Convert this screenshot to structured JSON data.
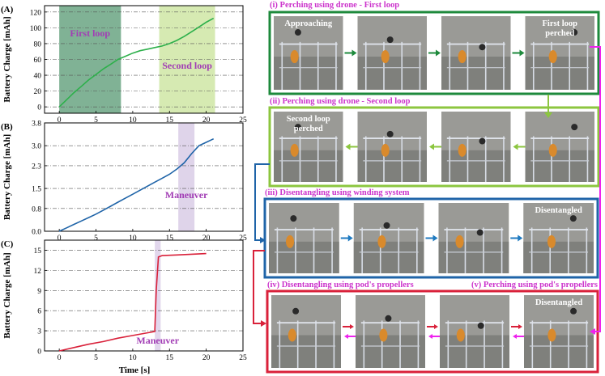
{
  "figure": {
    "shared_xlabel": "Time [s]",
    "panel_letters": [
      "(A)",
      "(B)",
      "(C)"
    ]
  },
  "chart_data": [
    {
      "type": "line",
      "panel": "(A)",
      "xlabel": "",
      "ylabel": "Battery Charge [mAh]",
      "xlim": [
        -2,
        25
      ],
      "ylim": [
        -8,
        128
      ],
      "xticks": [
        0,
        5,
        10,
        15,
        20,
        25
      ],
      "yticks": [
        0,
        20,
        40,
        60,
        80,
        100,
        120
      ],
      "grid": true,
      "color": "#2db04b",
      "series": [
        {
          "name": "",
          "x": [
            0,
            1,
            2,
            3,
            4,
            5,
            6,
            7,
            8,
            8.5,
            9,
            10,
            11,
            12,
            13,
            14,
            15,
            16,
            17,
            18,
            19,
            20,
            21
          ],
          "y": [
            0,
            9,
            18,
            26,
            34,
            41,
            48,
            54,
            60,
            62,
            64,
            68,
            71,
            73,
            75,
            77,
            80,
            84,
            89,
            95,
            101,
            107,
            112
          ]
        }
      ],
      "regions": [
        {
          "label": "First loop",
          "x0": 0,
          "x1": 8.4,
          "color": "#6aa583"
        },
        {
          "label": "Second loop",
          "x0": 13.6,
          "x1": 21.2,
          "color": "#cfe6a4"
        }
      ]
    },
    {
      "type": "line",
      "panel": "(B)",
      "xlabel": "",
      "ylabel": "Battery Charge [mAh]",
      "xlim": [
        -2,
        25
      ],
      "ylim": [
        0,
        3.8
      ],
      "xticks": [
        0,
        5,
        10,
        15,
        20,
        25
      ],
      "yticks": [
        0.0,
        0.8,
        1.5,
        2.3,
        3.0,
        3.8
      ],
      "grid": true,
      "color": "#1f64a8",
      "series": [
        {
          "name": "",
          "x": [
            0,
            1,
            2,
            3,
            4,
            5,
            6,
            7,
            8,
            9,
            10,
            11,
            12,
            13,
            14,
            15,
            16,
            17,
            18,
            19,
            20,
            21
          ],
          "y": [
            0,
            0.12,
            0.24,
            0.36,
            0.48,
            0.6,
            0.74,
            0.88,
            1.02,
            1.16,
            1.3,
            1.44,
            1.58,
            1.72,
            1.86,
            2.0,
            2.18,
            2.4,
            2.72,
            3.0,
            3.12,
            3.24
          ]
        }
      ],
      "regions": [
        {
          "label": "Maneuver",
          "x0": 16.2,
          "x1": 18.4,
          "color": "#d9cde6"
        }
      ]
    },
    {
      "type": "line",
      "panel": "(C)",
      "xlabel": "Time [s]",
      "ylabel": "Battery Charge [mAh]",
      "xlim": [
        -2,
        25
      ],
      "ylim": [
        0,
        16.5
      ],
      "xticks": [
        0,
        5,
        10,
        15,
        20,
        25
      ],
      "yticks": [
        0,
        3,
        6,
        9,
        12,
        15
      ],
      "grid": true,
      "color": "#d9213a",
      "series": [
        {
          "name": "",
          "x": [
            0,
            2,
            4,
            6,
            8,
            10,
            12,
            13,
            13.2,
            13.5,
            14,
            16,
            18,
            20
          ],
          "y": [
            0,
            0.5,
            1.0,
            1.4,
            1.9,
            2.3,
            2.7,
            2.9,
            9,
            14.0,
            14.2,
            14.3,
            14.4,
            14.5
          ]
        }
      ],
      "regions": [
        {
          "label": "Maneuver",
          "x0": 13,
          "x1": 13.8,
          "color": "#ddd0ea"
        }
      ]
    }
  ],
  "photo_panels": [
    {
      "title": "(i) Perching using drone - First loop",
      "border": "#1e8a3c",
      "title_color": "#cc33cc",
      "labels": [
        "Approaching",
        "",
        "",
        "First loop perched"
      ],
      "arrow_color": "#1e8a3c"
    },
    {
      "title": "(ii) Perching using drone - Second loop",
      "border": "#8cc63f",
      "title_color": "#cc33cc",
      "labels": [
        "Second loop perched",
        "",
        "",
        ""
      ],
      "arrow_color": "#8cc63f"
    },
    {
      "title": "(iii) Disentangling using winding system",
      "border": "#1f64a8",
      "title_color": "#cc33cc",
      "labels": [
        "",
        "",
        "",
        "Disentangled"
      ],
      "arrow_color": "#1f7ac0"
    },
    {
      "title": "(iv) Disentangling using pod's propellers",
      "title2": "(v) Perching using pod's propellers",
      "border": "#d9213a",
      "title_color": "#cc33cc",
      "labels": [
        "",
        "",
        "",
        "Disentangled"
      ],
      "arrow_color": "#d9213a",
      "arrow_color2": "#ee22ee"
    }
  ],
  "colors": {
    "connector_magenta": "#ee22ee",
    "connector_green": "#8cc63f",
    "connector_blue": "#1f64a8",
    "connector_red": "#d9213a",
    "panel_text": "#a23db5"
  }
}
